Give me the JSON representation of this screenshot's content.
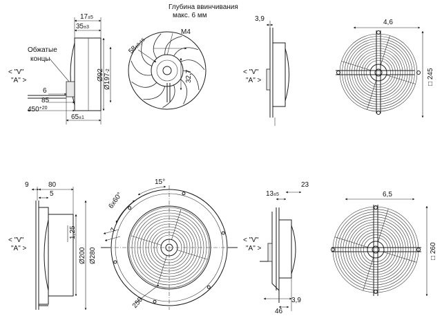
{
  "top_left": {
    "note_crimped": [
      "Обжатые",
      "концы"
    ],
    "view_v": "< \"V\"",
    "view_a": "\"A\" >",
    "dims": {
      "d17": "17",
      "d17_tol": "±5",
      "d35": "35",
      "d35_tol": "±3",
      "d92": "Ø92",
      "d197": "Ø197",
      "d197_tol": "-2",
      "d6": "6",
      "d85": "85",
      "d450": "450",
      "d450_tol": "+20",
      "d65": "65",
      "d65_tol": "±1"
    }
  },
  "top_center": {
    "note_depth": [
      "Глубина ввинчивания",
      "макс. 6 мм"
    ],
    "m4": "M4",
    "d58": "58",
    "d58_tol": "±0,15",
    "d32_7": "32,7"
  },
  "top_right_side": {
    "view_v": "< \"V\"",
    "view_a": "\"A\" >",
    "d3_9": "3,9"
  },
  "top_right_front": {
    "d4_6": "4,6",
    "d245": "□ 245"
  },
  "bottom_left": {
    "view_v": "< \"V\"",
    "view_a": "\"A\" >",
    "d9": "9",
    "d80": "80",
    "d5": "5",
    "d1_25": "1,25",
    "d200": "Ø200",
    "d280": "Ø280"
  },
  "bottom_center": {
    "d15": "15°",
    "d6x60": "6x60°",
    "d7": "7",
    "d250": "250"
  },
  "bottom_right_side": {
    "view_v": "< \"V\"",
    "view_a": "\"A\" >",
    "d13": "13",
    "d13_tol": "±5",
    "d23": "23",
    "d46": "46",
    "d3_9": "3,9"
  },
  "bottom_right_front": {
    "d6_5": "6,5",
    "d260": "□ 260"
  }
}
